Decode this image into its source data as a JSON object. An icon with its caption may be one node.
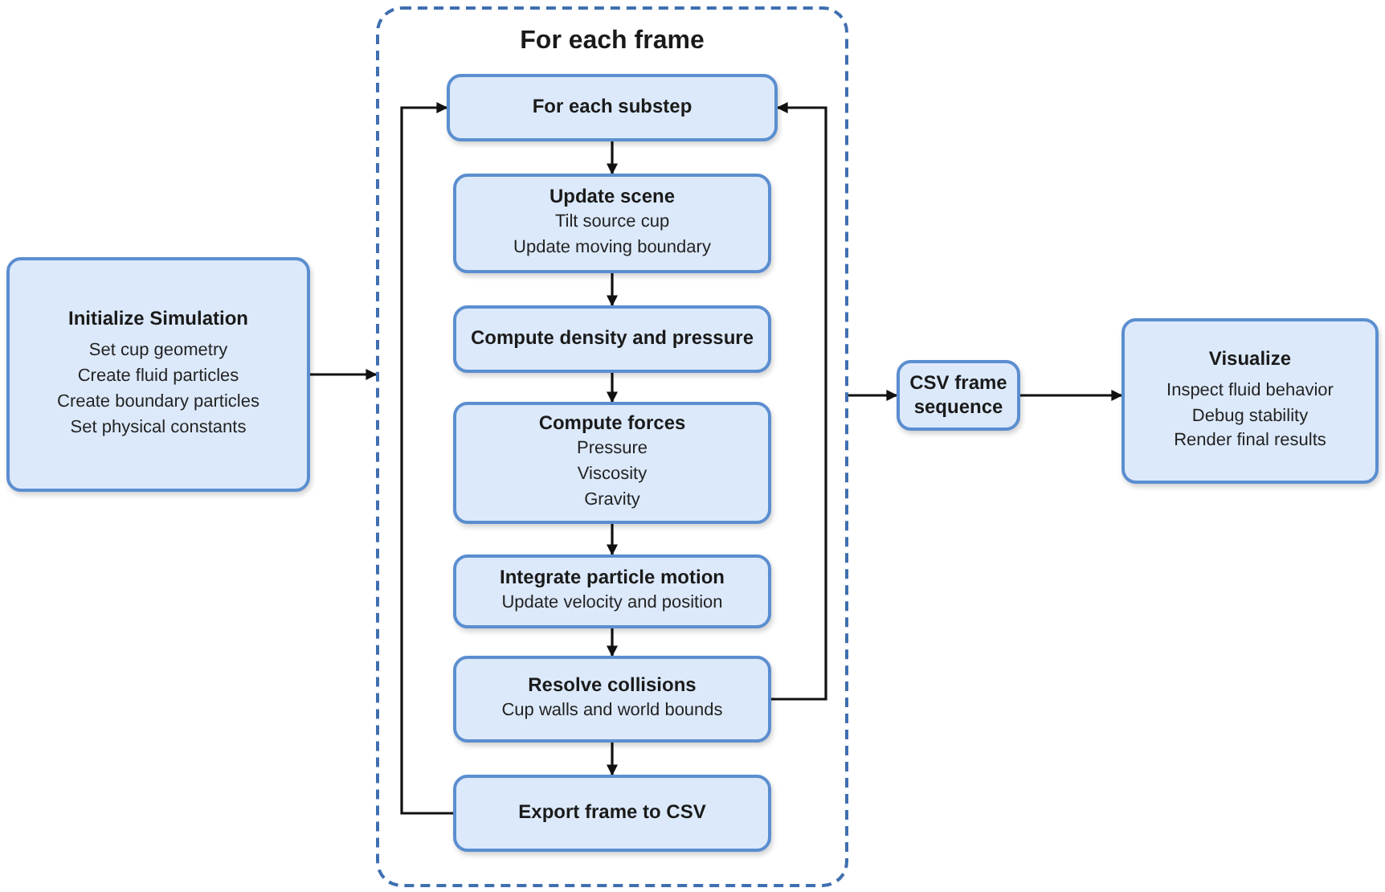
{
  "diagram": {
    "nodes": [
      {
        "text": [
          "Initialize Simulation",
          "Set cup geometry",
          "Create fluid particles",
          "Create boundary particles",
          "Set physical constants"
        ]
      },
      {
        "text": [
          "For each frame"
        ]
      },
      {
        "text": [
          "For each substep"
        ],
        "in": 1
      },
      {
        "text": [
          "Update scene",
          "Tilt source cup",
          "Update moving boundary"
        ],
        "in": 1
      },
      {
        "text": [
          "Compute density and pressure"
        ],
        "in": 1
      },
      {
        "text": [
          "Compute forces",
          "Pressure",
          "Viscosity",
          "Gravity"
        ],
        "in": 1
      },
      {
        "text": [
          "Integrate particle motion",
          "Update velocity and position"
        ],
        "in": 1
      },
      {
        "text": [
          "Resolve collisions",
          "Cup walls and world bounds"
        ],
        "in": 1
      },
      {
        "text": [
          "Export frame to CSV"
        ],
        "in": 1
      },
      {
        "text": [
          "CSV frame sequence"
        ]
      },
      {
        "text": [
          "Visualize",
          "Inspect fluid behavior",
          "Debug stability",
          "Render final results"
        ]
      }
    ],
    "edges": [
      {
        "from": 0,
        "to": 1,
        "arrow": "to"
      },
      {
        "from": 2,
        "to": 3,
        "arrow": "to"
      },
      {
        "from": 3,
        "to": 4,
        "arrow": "to"
      },
      {
        "from": 4,
        "to": 5,
        "arrow": "to"
      },
      {
        "from": 5,
        "to": 6,
        "arrow": "to"
      },
      {
        "from": 6,
        "to": 7,
        "arrow": "to"
      },
      {
        "from": 7,
        "to": 8,
        "arrow": "to"
      },
      {
        "from": 7,
        "to": 2,
        "arrow": "to"
      },
      {
        "from": 8,
        "to": 2,
        "arrow": "to"
      },
      {
        "from": 1,
        "to": 9,
        "arrow": "to"
      },
      {
        "from": 9,
        "to": 10,
        "arrow": "to"
      }
    ]
  }
}
